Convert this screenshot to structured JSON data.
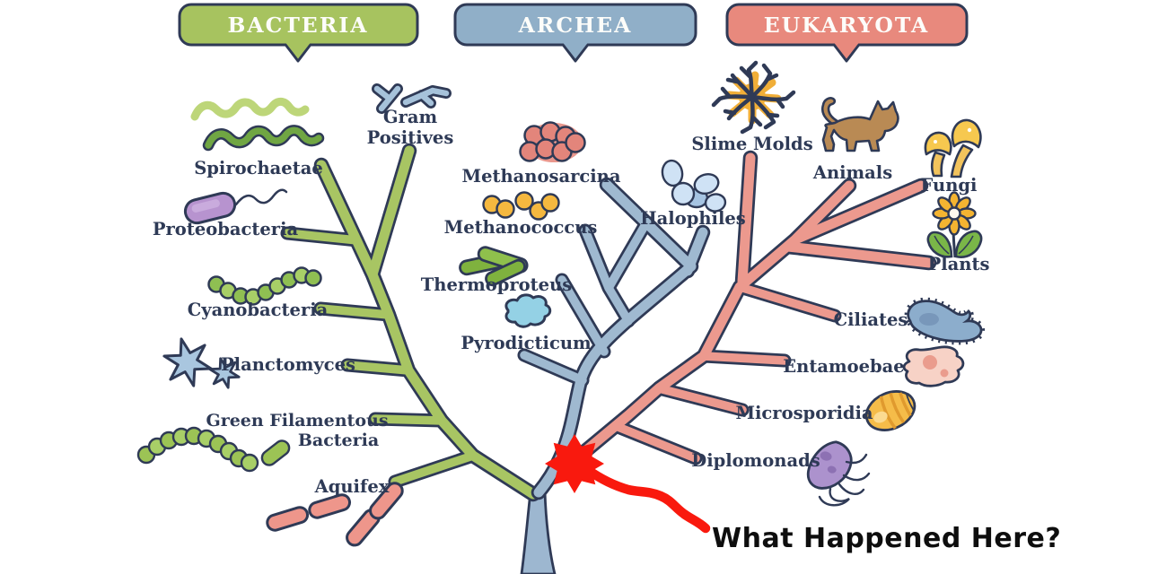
{
  "figure": {
    "type": "phylogenetic-tree-of-life-diagram",
    "headers": {
      "bacteria": "BACTERIA",
      "archea": "ARCHEA",
      "eukaryota": "EUKARYOTA"
    },
    "taxa": {
      "bacteria": [
        {
          "name": "Spirochaetae",
          "lines": [
            "Spirochaetae"
          ]
        },
        {
          "name": "Gram Positives",
          "lines": [
            "Gram",
            "Positives"
          ]
        },
        {
          "name": "Proteobacteria",
          "lines": [
            "Proteobacteria"
          ]
        },
        {
          "name": "Cyanobacteria",
          "lines": [
            "Cyanobacteria"
          ]
        },
        {
          "name": "Planctomyces",
          "lines": [
            "Planctomyces"
          ]
        },
        {
          "name": "Green Filamentous Bacteria",
          "lines": [
            "Green Filamentous",
            "Bacteria"
          ]
        },
        {
          "name": "Aquifex",
          "lines": [
            "Aquifex"
          ]
        }
      ],
      "archea": [
        {
          "name": "Methanosarcina",
          "lines": [
            "Methanosarcina"
          ]
        },
        {
          "name": "Methanococcus",
          "lines": [
            "Methanococcus"
          ]
        },
        {
          "name": "Thermoproteus",
          "lines": [
            "Thermoproteus"
          ]
        },
        {
          "name": "Pyrodicticum",
          "lines": [
            "Pyrodicticum"
          ]
        },
        {
          "name": "Halophiles",
          "lines": [
            "Halophiles"
          ]
        }
      ],
      "eukaryota": [
        {
          "name": "Slime Molds",
          "lines": [
            "Slime Molds"
          ]
        },
        {
          "name": "Animals",
          "lines": [
            "Animals"
          ]
        },
        {
          "name": "Fungi",
          "lines": [
            "Fungi"
          ]
        },
        {
          "name": "Plants",
          "lines": [
            "Plants"
          ]
        },
        {
          "name": "Ciliates",
          "lines": [
            "Ciliates"
          ]
        },
        {
          "name": "Entamoebae",
          "lines": [
            "Entamoebae"
          ]
        },
        {
          "name": "Microsporidia",
          "lines": [
            "Microsporidia"
          ]
        },
        {
          "name": "Diplomonads",
          "lines": [
            "Diplomonads"
          ]
        }
      ]
    },
    "annotation": {
      "text": "What Happened Here?"
    },
    "colors": {
      "bacteria_green": "#a7c463",
      "archea_blue": "#90afc8",
      "eukaryota_salmon": "#e8897d",
      "branch_green": "#a8c563",
      "branch_blue": "#9fb9d0",
      "branch_salmon": "#ec998e",
      "outline_navy": "#2f3a56",
      "label_navy": "#2e3a56",
      "annotation_red": "#f9190e",
      "background": "#ffffff"
    },
    "icons": [
      "spirochaetae-icon",
      "gram-positives-icon",
      "proteobacteria-icon",
      "cyanobacteria-icon",
      "planctomyces-icon",
      "green-filamentous-bacteria-icon",
      "aquifex-icon",
      "methanosarcina-icon",
      "methanococcus-icon",
      "thermoproteus-icon",
      "pyrodicticum-icon",
      "halophiles-icon",
      "slime-molds-icon",
      "animals-cat-icon",
      "fungi-mushrooms-icon",
      "plants-flower-icon",
      "ciliates-icon",
      "entamoebae-icon",
      "microsporidia-icon",
      "diplomonads-icon",
      "annotation-star-icon",
      "annotation-arrow"
    ]
  }
}
